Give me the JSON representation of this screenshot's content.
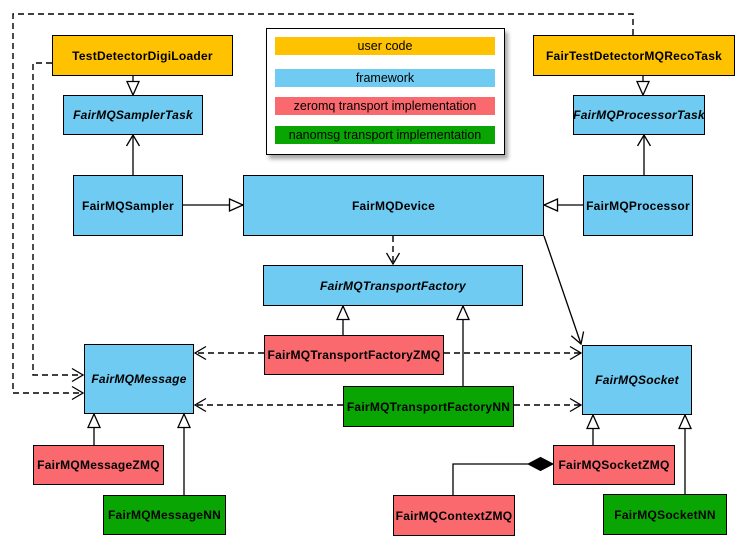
{
  "colors": {
    "user_code": "#ffc200",
    "framework": "#6fcbf2",
    "zeromq": "#f9696e",
    "nanomsg": "#09a603",
    "line": "#000000",
    "background": "#ffffff"
  },
  "legend": {
    "items": [
      {
        "label": "user code",
        "color_key": "user_code"
      },
      {
        "label": "framework",
        "color_key": "framework"
      },
      {
        "label": "zeromq transport implementation",
        "color_key": "zeromq"
      },
      {
        "label": "nanomsg transport implementation",
        "color_key": "nanomsg"
      }
    ]
  },
  "classes": {
    "digi_loader": {
      "label": "TestDetectorDigiLoader",
      "category": "user_code",
      "abstract": false
    },
    "reco_task": {
      "label": "FairTestDetectorMQRecoTask",
      "category": "user_code",
      "abstract": false
    },
    "sampler_task": {
      "label": "FairMQSamplerTask",
      "category": "framework",
      "abstract": true
    },
    "processor_task": {
      "label": "FairMQProcessorTask",
      "category": "framework",
      "abstract": true
    },
    "sampler": {
      "label": "FairMQSampler",
      "category": "framework",
      "abstract": false
    },
    "device": {
      "label": "FairMQDevice",
      "category": "framework",
      "abstract": false
    },
    "processor": {
      "label": "FairMQProcessor",
      "category": "framework",
      "abstract": false
    },
    "transport_factory": {
      "label": "FairMQTransportFactory",
      "category": "framework",
      "abstract": true
    },
    "transport_factory_zmq": {
      "label": "FairMQTransportFactoryZMQ",
      "category": "zeromq",
      "abstract": false
    },
    "transport_factory_nn": {
      "label": "FairMQTransportFactoryNN",
      "category": "nanomsg",
      "abstract": false
    },
    "message": {
      "label": "FairMQMessage",
      "category": "framework",
      "abstract": true
    },
    "socket": {
      "label": "FairMQSocket",
      "category": "framework",
      "abstract": true
    },
    "message_zmq": {
      "label": "FairMQMessageZMQ",
      "category": "zeromq",
      "abstract": false
    },
    "message_nn": {
      "label": "FairMQMessageNN",
      "category": "nanomsg",
      "abstract": false
    },
    "socket_zmq": {
      "label": "FairMQSocketZMQ",
      "category": "zeromq",
      "abstract": false
    },
    "context_zmq": {
      "label": "FairMQContextZMQ",
      "category": "zeromq",
      "abstract": false
    },
    "socket_nn": {
      "label": "FairMQSocketNN",
      "category": "nanomsg",
      "abstract": false
    }
  },
  "relationships": [
    {
      "from": "TestDetectorDigiLoader",
      "to": "FairMQSamplerTask",
      "type": "inheritance"
    },
    {
      "from": "FairTestDetectorMQRecoTask",
      "to": "FairMQProcessorTask",
      "type": "inheritance"
    },
    {
      "from": "FairMQSampler",
      "to": "FairMQDevice",
      "type": "inheritance"
    },
    {
      "from": "FairMQProcessor",
      "to": "FairMQDevice",
      "type": "inheritance"
    },
    {
      "from": "FairMQSampler",
      "to": "FairMQSamplerTask",
      "type": "association"
    },
    {
      "from": "FairMQProcessor",
      "to": "FairMQProcessorTask",
      "type": "association"
    },
    {
      "from": "FairMQDevice",
      "to": "FairMQTransportFactory",
      "type": "dependency"
    },
    {
      "from": "FairMQDevice",
      "to": "FairMQSocket",
      "type": "association"
    },
    {
      "from": "TestDetectorDigiLoader",
      "to": "FairMQMessage",
      "type": "dependency"
    },
    {
      "from": "FairTestDetectorMQRecoTask",
      "to": "FairMQMessage",
      "type": "dependency"
    },
    {
      "from": "FairMQTransportFactoryZMQ",
      "to": "FairMQTransportFactory",
      "type": "inheritance"
    },
    {
      "from": "FairMQTransportFactoryNN",
      "to": "FairMQTransportFactory",
      "type": "inheritance"
    },
    {
      "from": "FairMQTransportFactoryZMQ",
      "to": "FairMQMessage",
      "type": "dependency"
    },
    {
      "from": "FairMQTransportFactoryZMQ",
      "to": "FairMQSocket",
      "type": "dependency"
    },
    {
      "from": "FairMQTransportFactoryNN",
      "to": "FairMQMessage",
      "type": "dependency"
    },
    {
      "from": "FairMQTransportFactoryNN",
      "to": "FairMQSocket",
      "type": "dependency"
    },
    {
      "from": "FairMQMessageZMQ",
      "to": "FairMQMessage",
      "type": "inheritance"
    },
    {
      "from": "FairMQMessageNN",
      "to": "FairMQMessage",
      "type": "inheritance"
    },
    {
      "from": "FairMQSocketZMQ",
      "to": "FairMQSocket",
      "type": "inheritance"
    },
    {
      "from": "FairMQSocketNN",
      "to": "FairMQSocket",
      "type": "inheritance"
    },
    {
      "from": "FairMQContextZMQ",
      "to": "FairMQSocketZMQ",
      "type": "composition"
    }
  ]
}
